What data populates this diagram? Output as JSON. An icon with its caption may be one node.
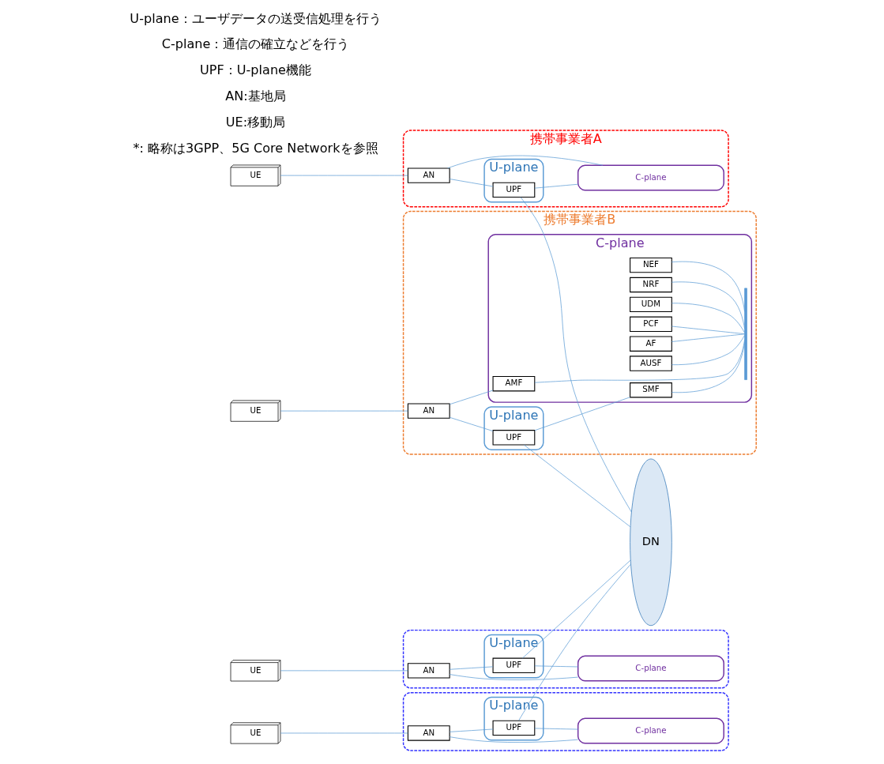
{
  "diagram": {
    "nodes": [
      {
        "text": [
          "携帯事業者A"
        ]
      },
      {
        "text": [
          "C-plane"
        ],
        "in": 0
      },
      {
        "text": [
          "UE"
        ]
      },
      {
        "text": [
          "AN"
        ],
        "in": 0
      },
      {
        "text": [
          "U-plane"
        ],
        "in": 0
      },
      {
        "text": [
          "UPF"
        ],
        "in": 4
      },
      {
        "text": [
          "携帯事業者B"
        ]
      },
      {
        "text": [
          "C-plane"
        ],
        "in": 6
      },
      {
        "text": [
          "NEF"
        ],
        "in": 7
      },
      {
        "text": [
          "NRF"
        ],
        "in": 7
      },
      {
        "text": [
          "UDM"
        ],
        "in": 7
      },
      {
        "text": [
          "PCF"
        ],
        "in": 7
      },
      {
        "text": [
          "AF"
        ],
        "in": 7
      },
      {
        "text": [],
        "shape": "bar",
        "in": 7
      },
      {
        "text": [
          "AUSF"
        ],
        "in": 7
      },
      {
        "text": [
          "AMF"
        ],
        "in": 7
      },
      {
        "text": [
          "SMF"
        ],
        "in": 7
      },
      {
        "text": [
          "UE"
        ]
      },
      {
        "text": [
          "AN"
        ],
        "in": 6
      },
      {
        "text": [
          "U-plane"
        ],
        "in": 6
      },
      {
        "text": [
          "UPF"
        ],
        "in": 19
      },
      {
        "text": [],
        "shape": "box"
      },
      {
        "text": [
          "C-plane"
        ],
        "in": 21
      },
      {
        "text": [
          "UE"
        ]
      },
      {
        "text": [
          "AN"
        ],
        "in": 21
      },
      {
        "text": [
          "U-plane"
        ],
        "in": 21
      },
      {
        "text": [
          "UPF"
        ],
        "in": 25
      },
      {
        "text": [],
        "shape": "box"
      },
      {
        "text": [
          "C-plane"
        ],
        "in": 27
      },
      {
        "text": [
          "UE"
        ]
      },
      {
        "text": [
          "AN"
        ],
        "in": 27
      },
      {
        "text": [
          "U-plane"
        ],
        "in": 27
      },
      {
        "text": [
          "UPF"
        ],
        "in": 31
      },
      {
        "text": [
          "DN"
        ]
      }
    ],
    "edges": [
      {
        "from": 2,
        "to": 3,
        "arrow": "none"
      },
      {
        "from": 3,
        "to": 1,
        "arrow": "none"
      },
      {
        "from": 3,
        "to": 5,
        "arrow": "none"
      },
      {
        "from": 5,
        "to": 1,
        "arrow": "none"
      },
      {
        "from": 5,
        "to": 33,
        "arrow": "none"
      },
      {
        "from": 8,
        "to": 13,
        "arrow": "none"
      },
      {
        "from": 9,
        "to": 13,
        "arrow": "none"
      },
      {
        "from": 10,
        "to": 13,
        "arrow": "none"
      },
      {
        "from": 11,
        "to": 13,
        "arrow": "none"
      },
      {
        "from": 12,
        "to": 13,
        "arrow": "none"
      },
      {
        "from": 14,
        "to": 13,
        "arrow": "none"
      },
      {
        "from": 15,
        "to": 13,
        "arrow": "none"
      },
      {
        "from": 16,
        "to": 13,
        "arrow": "none"
      },
      {
        "from": 17,
        "to": 18,
        "arrow": "none"
      },
      {
        "from": 18,
        "to": 15,
        "arrow": "none"
      },
      {
        "from": 18,
        "to": 20,
        "arrow": "none"
      },
      {
        "from": 20,
        "to": 16,
        "arrow": "none"
      },
      {
        "from": 20,
        "to": 33,
        "arrow": "none"
      },
      {
        "from": 23,
        "to": 24,
        "arrow": "none"
      },
      {
        "from": 24,
        "to": 22,
        "arrow": "none"
      },
      {
        "from": 24,
        "to": 26,
        "arrow": "none"
      },
      {
        "from": 26,
        "to": 22,
        "arrow": "none"
      },
      {
        "from": 26,
        "to": 33,
        "arrow": "none"
      },
      {
        "from": 29,
        "to": 30,
        "arrow": "none"
      },
      {
        "from": 30,
        "to": 28,
        "arrow": "none"
      },
      {
        "from": 30,
        "to": 32,
        "arrow": "none"
      },
      {
        "from": 32,
        "to": 28,
        "arrow": "none"
      },
      {
        "from": 32,
        "to": 33,
        "arrow": "none"
      }
    ],
    "labels": [
      "*: 略称は3GPP、5G Core Networkを参照",
      "UE:移動局",
      "AN:基地局",
      "UPF：U-plane機能",
      "C-plane：通信の確立などを行う",
      "U-plane：ユーザデータの送受信処理を行う"
    ]
  }
}
